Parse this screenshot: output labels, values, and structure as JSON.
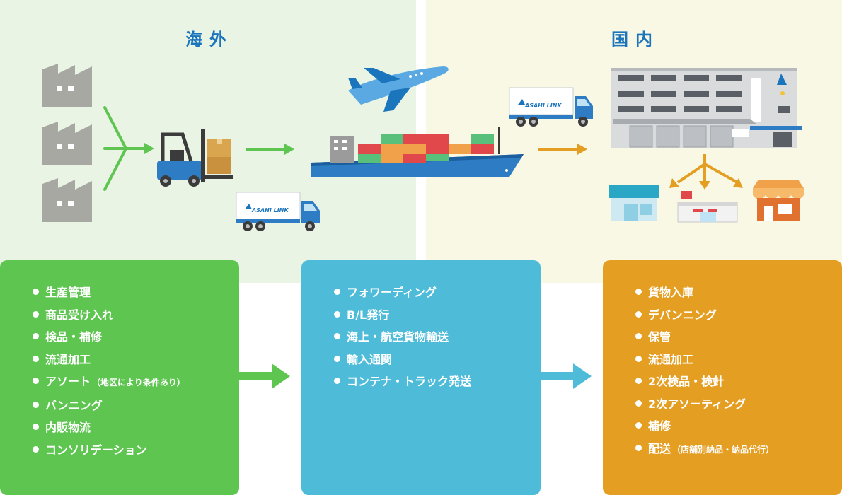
{
  "regions": {
    "overseas": {
      "title": "海外",
      "bg": "#e9f4e4",
      "title_color": "#1b75bc"
    },
    "domestic": {
      "title": "国内",
      "bg": "#f8f8e5",
      "title_color": "#1b75bc"
    }
  },
  "truck_brand": "ASAHI LINK",
  "panels": [
    {
      "color": "#5ec551",
      "items": [
        {
          "text": "生産管理"
        },
        {
          "text": "商品受け入れ"
        },
        {
          "text": "検品・補修"
        },
        {
          "text": "流通加工"
        },
        {
          "text": "アソート",
          "note": "（地区により条件あり）"
        },
        {
          "text": "バンニング"
        },
        {
          "text": "内販物流"
        },
        {
          "text": "コンソリデーション"
        }
      ]
    },
    {
      "color": "#4ebbd9",
      "items": [
        {
          "text": "フォワーディング"
        },
        {
          "text": "B/L発行"
        },
        {
          "text": "海上・航空貨物輸送"
        },
        {
          "text": "輸入通関"
        },
        {
          "text": "コンテナ・トラック発送"
        }
      ]
    },
    {
      "color": "#e49e22",
      "items": [
        {
          "text": "貨物入庫"
        },
        {
          "text": "デバンニング"
        },
        {
          "text": "保管"
        },
        {
          "text": "流通加工"
        },
        {
          "text": "2次検品・検針"
        },
        {
          "text": "2次アソーティング"
        },
        {
          "text": "補修"
        },
        {
          "text": "配送",
          "note": "（店舗別納品・納品代行）"
        }
      ]
    }
  ],
  "icons": [
    "factory-icon",
    "forklift-icon",
    "truck-icon",
    "airplane-icon",
    "container-ship-icon",
    "warehouse-icon",
    "store-icon",
    "supermarket-icon",
    "shop-icon",
    "arrow-icon"
  ]
}
